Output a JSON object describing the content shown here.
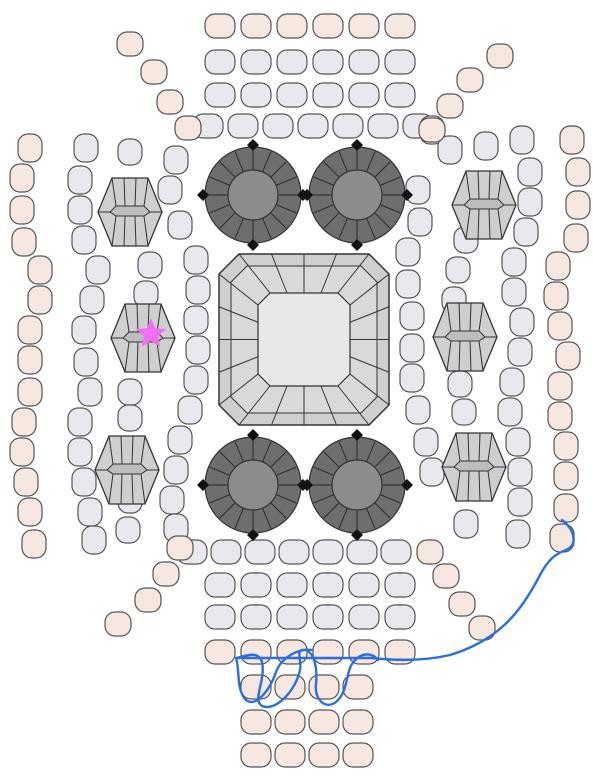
{
  "colors": {
    "peach_bead": "#f6e7e0",
    "lilac_bead": "#ebe7ef",
    "bead_outline": "#555555",
    "rivoli_dark": "#6e6e6e",
    "rivoli_mid": "#8c8c8c",
    "point_black": "#111111",
    "crystal_light": "#e8e8e8",
    "crystal_mid": "#cfcfcf",
    "thread_blue": "#2a6fe0",
    "marker_pink": "#f06ff0"
  },
  "components": {
    "center_stone": "square-crystal",
    "rivolis": "round-rivoli",
    "bicones": "bicone-crystal",
    "thread": "beading-thread",
    "start_marker": "star-marker"
  },
  "counts": {
    "rivolis": 4,
    "bicones": 6,
    "square_stones": 1
  }
}
